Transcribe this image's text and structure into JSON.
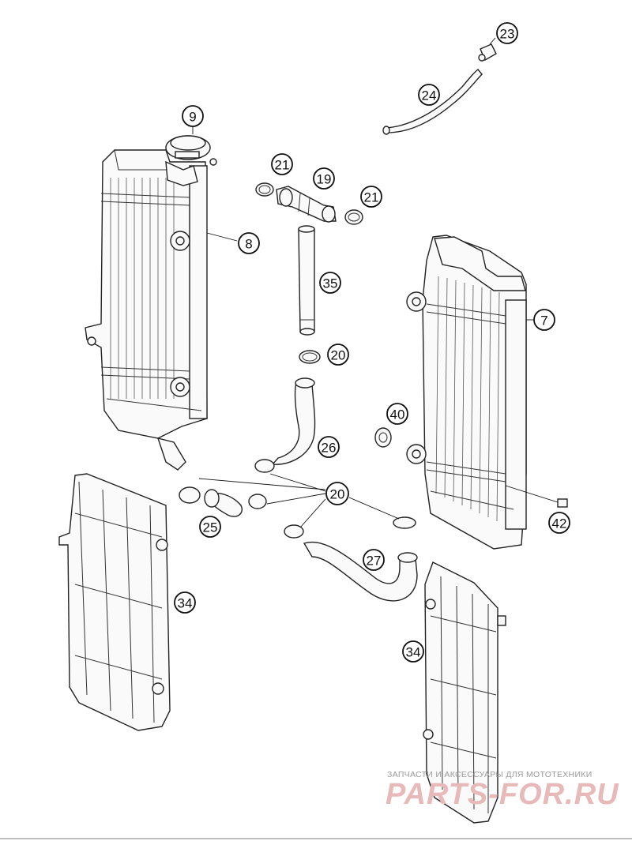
{
  "diagram": {
    "parts": [
      {
        "id": "radiator-left",
        "callout": "8"
      },
      {
        "id": "radiator-cap",
        "callout": "9"
      },
      {
        "id": "radiator-right",
        "callout": "7"
      },
      {
        "id": "connector",
        "callout": "19"
      },
      {
        "id": "clamp-top-left",
        "callout": "21"
      },
      {
        "id": "clamp-top-right",
        "callout": "21"
      },
      {
        "id": "pipe",
        "callout": "35"
      },
      {
        "id": "clamp-pipe",
        "callout": "20"
      },
      {
        "id": "hose-upper",
        "callout": "26"
      },
      {
        "id": "clamps-group",
        "callout": "20"
      },
      {
        "id": "hose-short",
        "callout": "25"
      },
      {
        "id": "hose-lower",
        "callout": "27"
      },
      {
        "id": "grommet",
        "callout": "40"
      },
      {
        "id": "bolt",
        "callout": "42"
      },
      {
        "id": "overflow-hose",
        "callout": "24"
      },
      {
        "id": "hose-fitting",
        "callout": "23"
      },
      {
        "id": "guard-left",
        "callout": "34"
      },
      {
        "id": "guard-right",
        "callout": "34"
      }
    ]
  },
  "watermark": {
    "tagline": "ЗАПЧАСТИ И АКСЕССУАРЫ ДЛЯ МОТОТЕХНИКИ",
    "brand": "PARTS-FOR.RU"
  }
}
